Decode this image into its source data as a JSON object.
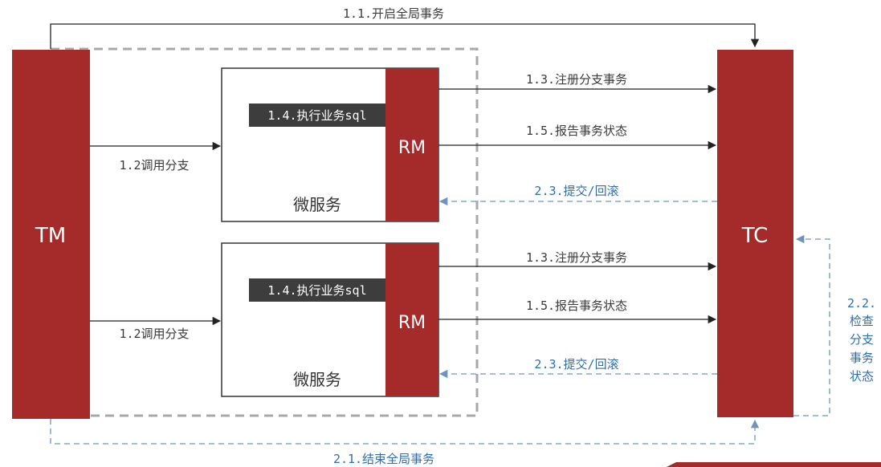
{
  "nodes": {
    "tm": "TM",
    "tc": "TC",
    "rm": "RM",
    "microservice": "微服务",
    "sql": "1.4.执行业务sql"
  },
  "labels": {
    "begin_global": "1.1.开启全局事务",
    "call_branch": "1.2调用分支",
    "register_branch": "1.3.注册分支事务",
    "report_status": "1.5.报告事务状态",
    "commit_rollback": "2.3.提交/回滚",
    "end_global": "2.1.结束全局事务",
    "check_branch": [
      "2.2.",
      "检查",
      "分支",
      "事务",
      "状态"
    ]
  },
  "colors": {
    "red": "#a52a2a",
    "blue": "#2f6fb0",
    "dark": "#3d3d3d"
  }
}
